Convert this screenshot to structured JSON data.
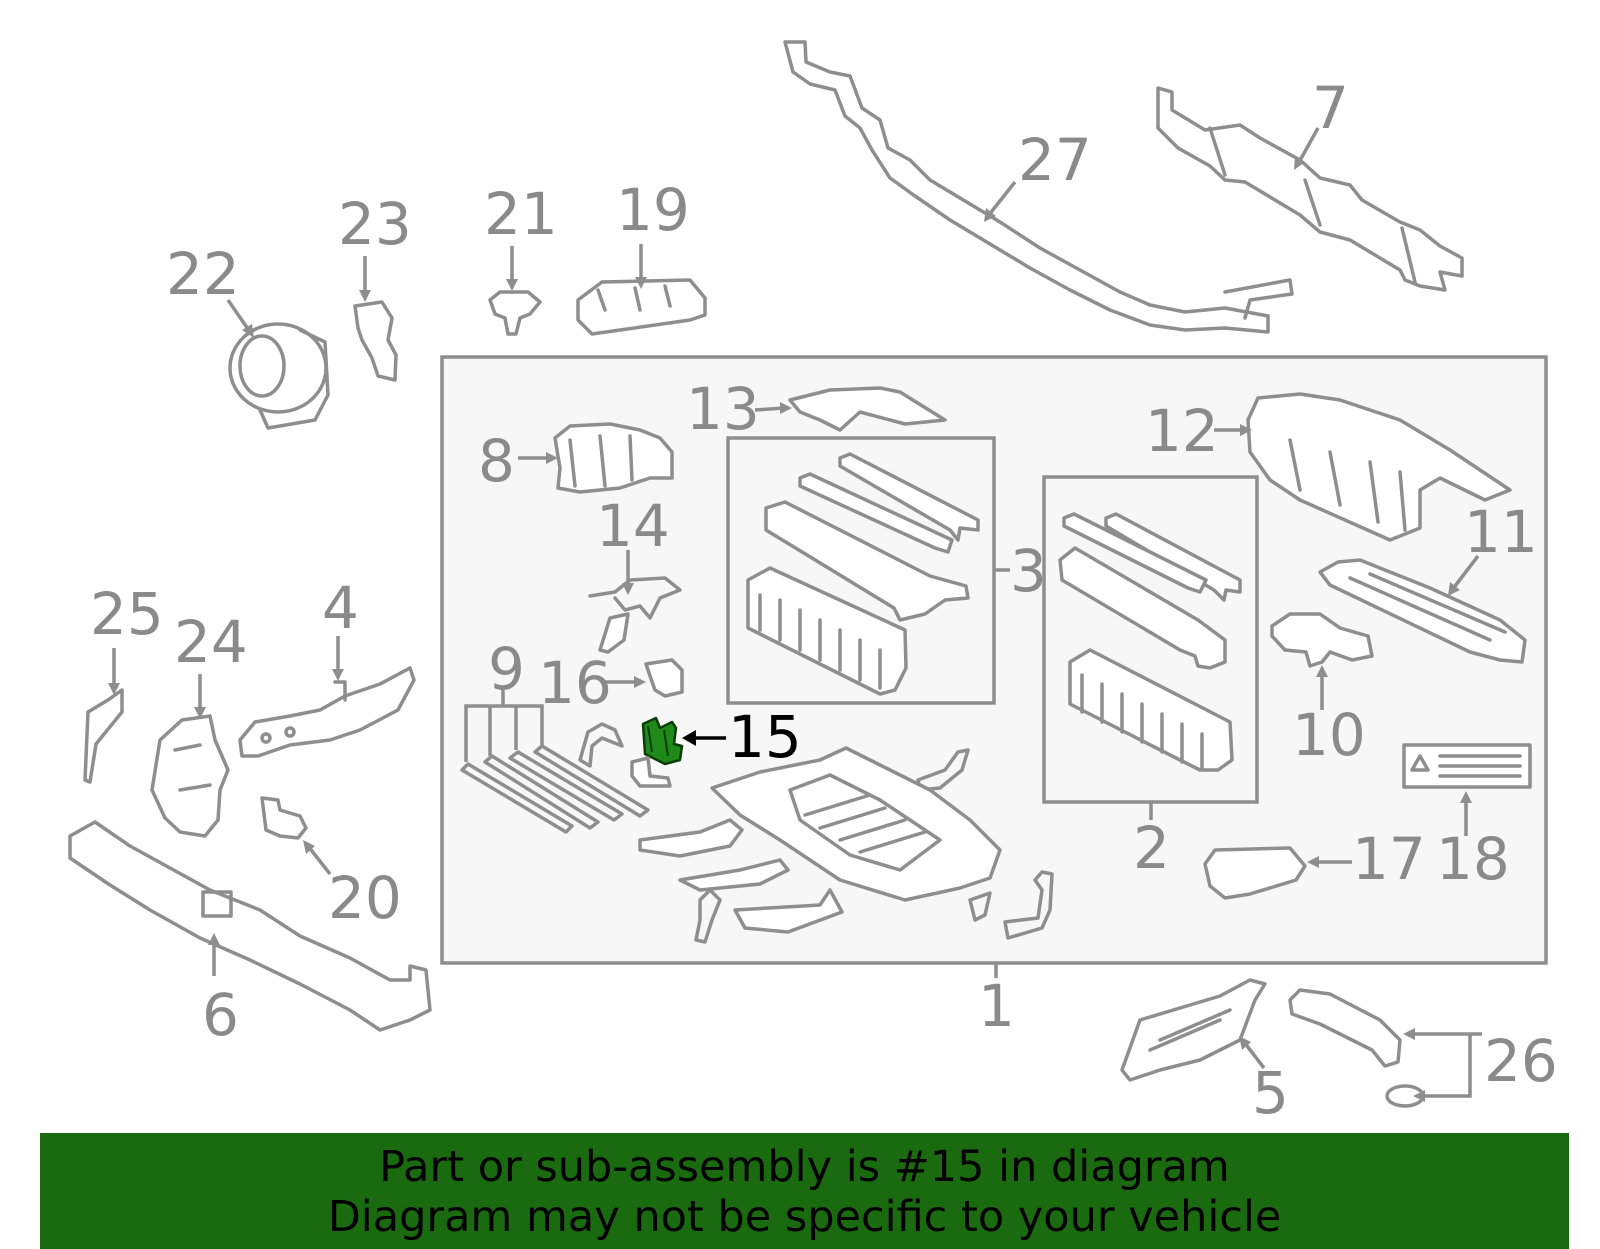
{
  "callouts": [
    {
      "id": "1",
      "label": "1"
    },
    {
      "id": "2",
      "label": "2"
    },
    {
      "id": "3",
      "label": "3"
    },
    {
      "id": "4",
      "label": "4"
    },
    {
      "id": "5",
      "label": "5"
    },
    {
      "id": "6",
      "label": "6"
    },
    {
      "id": "7",
      "label": "7"
    },
    {
      "id": "8",
      "label": "8"
    },
    {
      "id": "9",
      "label": "9"
    },
    {
      "id": "10",
      "label": "10"
    },
    {
      "id": "11",
      "label": "11"
    },
    {
      "id": "12",
      "label": "12"
    },
    {
      "id": "13",
      "label": "13"
    },
    {
      "id": "14",
      "label": "14"
    },
    {
      "id": "15",
      "label": "15"
    },
    {
      "id": "16",
      "label": "16"
    },
    {
      "id": "17",
      "label": "17"
    },
    {
      "id": "18",
      "label": "18"
    },
    {
      "id": "19",
      "label": "19"
    },
    {
      "id": "20",
      "label": "20"
    },
    {
      "id": "21",
      "label": "21"
    },
    {
      "id": "22",
      "label": "22"
    },
    {
      "id": "23",
      "label": "23"
    },
    {
      "id": "24",
      "label": "24"
    },
    {
      "id": "25",
      "label": "25"
    },
    {
      "id": "26",
      "label": "26"
    },
    {
      "id": "27",
      "label": "27"
    }
  ],
  "highlighted_part": "15",
  "banner": {
    "line1": "Part or sub-assembly is #15 in diagram",
    "line2": "Diagram may not be specific to your vehicle"
  },
  "colors": {
    "banner_background": "#1a6b10",
    "highlight_part": "#1f8a1a",
    "line_art": "#8e8e8e",
    "assembly_box_fill": "#f7f7f7"
  }
}
